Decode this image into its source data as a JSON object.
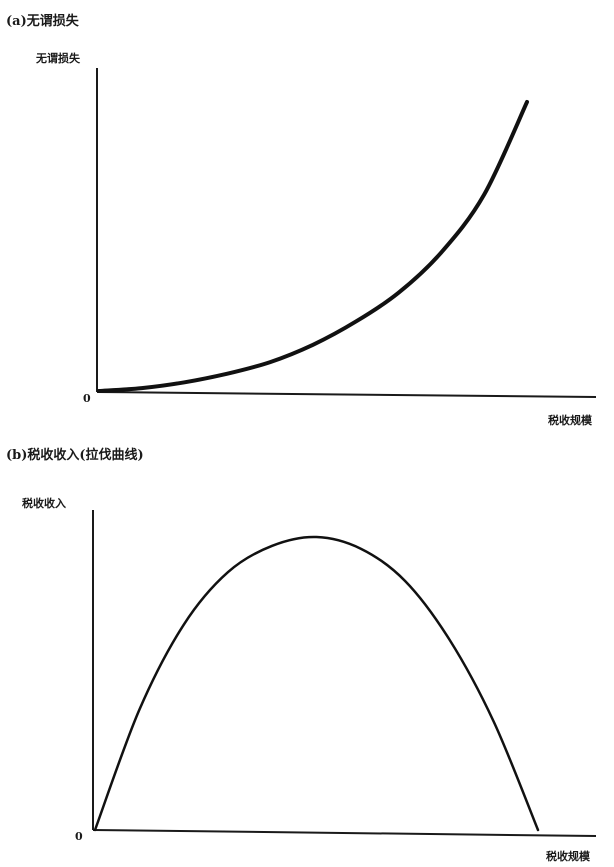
{
  "chart_data": [
    {
      "type": "line",
      "title": "(a)无谓损失",
      "xlabel": "税收规模",
      "ylabel": "无谓损失",
      "origin_label": "0",
      "series": [
        {
          "x": [
            0,
            0.1,
            0.2,
            0.3,
            0.4,
            0.5,
            0.6,
            0.7,
            0.8,
            0.9,
            1.0
          ],
          "y": [
            0,
            0.01,
            0.03,
            0.06,
            0.1,
            0.16,
            0.24,
            0.34,
            0.48,
            0.68,
            1.0
          ]
        }
      ],
      "xlim": [
        0,
        1
      ],
      "ylim": [
        0,
        1.0
      ],
      "grid": false
    },
    {
      "type": "line",
      "title": "(b)税收收入(拉伐曲线)",
      "xlabel": "税收规模",
      "ylabel": "税收收入",
      "origin_label": "0",
      "series": [
        {
          "x": [
            0,
            0.1,
            0.2,
            0.3,
            0.4,
            0.5,
            0.6,
            0.7,
            0.8,
            0.9,
            1.0
          ],
          "y": [
            0,
            0.41,
            0.7,
            0.88,
            0.97,
            1.0,
            0.96,
            0.85,
            0.65,
            0.37,
            0
          ]
        }
      ],
      "xlim": [
        0,
        1
      ],
      "ylim": [
        0,
        1.0
      ],
      "grid": false
    }
  ]
}
